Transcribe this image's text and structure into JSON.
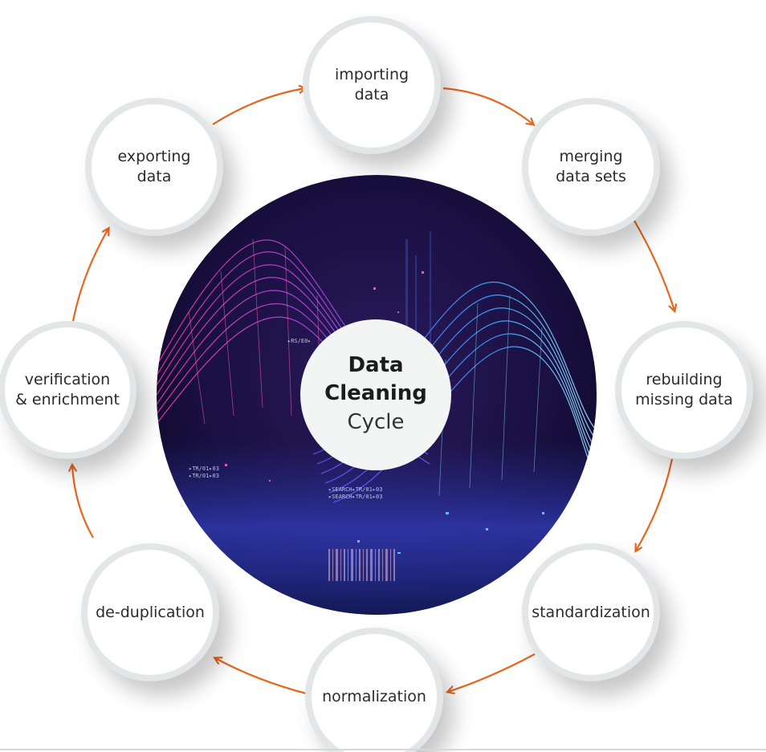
{
  "center": {
    "line1": "Data",
    "line2": "Cleaning",
    "line3": "Cycle"
  },
  "steps": [
    {
      "label": "importing\ndata"
    },
    {
      "label": "merging\ndata sets"
    },
    {
      "label": "rebuilding\nmissing data"
    },
    {
      "label": "standardization"
    },
    {
      "label": "normalization"
    },
    {
      "label": "de-duplication"
    },
    {
      "label": "verification\n& enrichment"
    },
    {
      "label": "exporting\ndata"
    }
  ],
  "hero_overlay_text": {
    "t1": "▸RS/E0▸",
    "t2": "▸TR/01▸03",
    "t3": "▸TR/01▸03",
    "t4": "▸SEARCH▸TR/01▸03",
    "t5": "▸SEARCH▸TR/01▸03"
  },
  "colors": {
    "arrow": "#e8651e",
    "node_border": "#e3e6e7",
    "badge": "#f3f4f4"
  },
  "icons": {
    "cycle_arrow": "curved-arrow-icon",
    "hero": "data-wave-image"
  }
}
